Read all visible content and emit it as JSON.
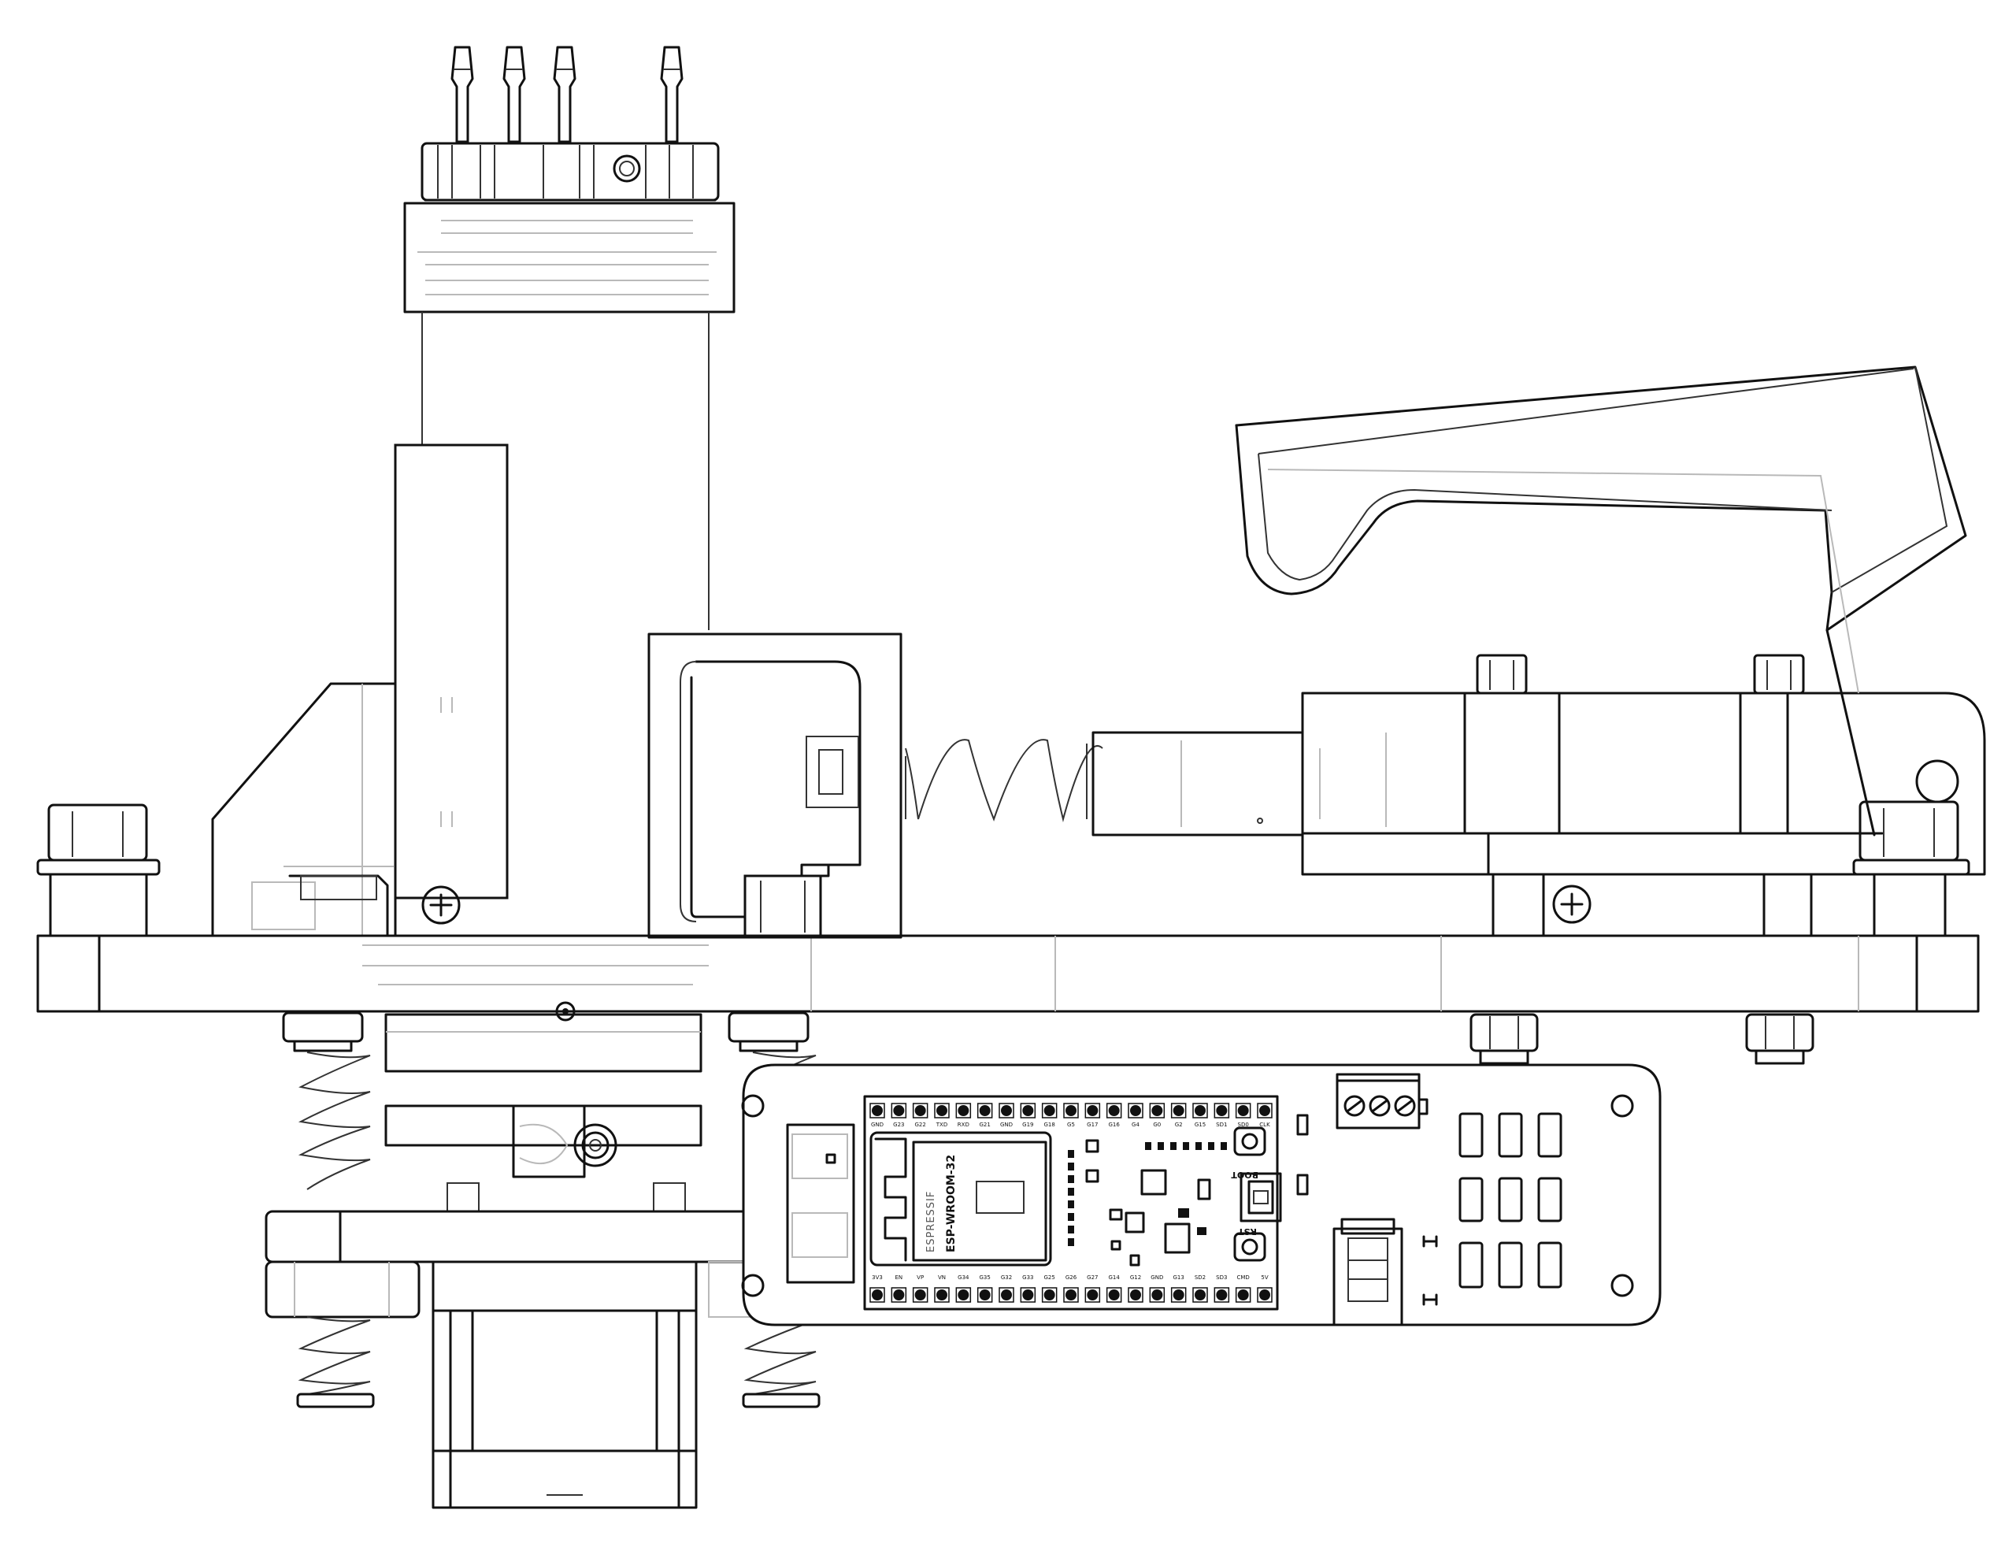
{
  "module": {
    "label": "ESP-WROOM-32",
    "vendor_mark": "ESPRESSIF",
    "vendor_mark_icon": "espressif-logo-icon"
  },
  "board": {
    "buttons": [
      {
        "label": "BOOT"
      },
      {
        "label": "RST"
      }
    ],
    "top_header_pins": [
      "GND",
      "G23",
      "G22",
      "TXD",
      "RXD",
      "G21",
      "GND",
      "G19",
      "G18",
      "G5",
      "G17",
      "G16",
      "G4",
      "G0",
      "G2",
      "G15",
      "SD1",
      "SD0",
      "CLK"
    ],
    "bottom_header_pins": [
      "3V3",
      "EN",
      "VP",
      "VN",
      "G34",
      "G35",
      "G32",
      "G33",
      "G25",
      "G26",
      "G27",
      "G14",
      "G12",
      "GND",
      "G13",
      "SD2",
      "SD3",
      "CMD",
      "5V"
    ]
  },
  "colors": {
    "line": "#111111",
    "hidden_line": "#b9b9b9",
    "background": "#ffffff"
  }
}
